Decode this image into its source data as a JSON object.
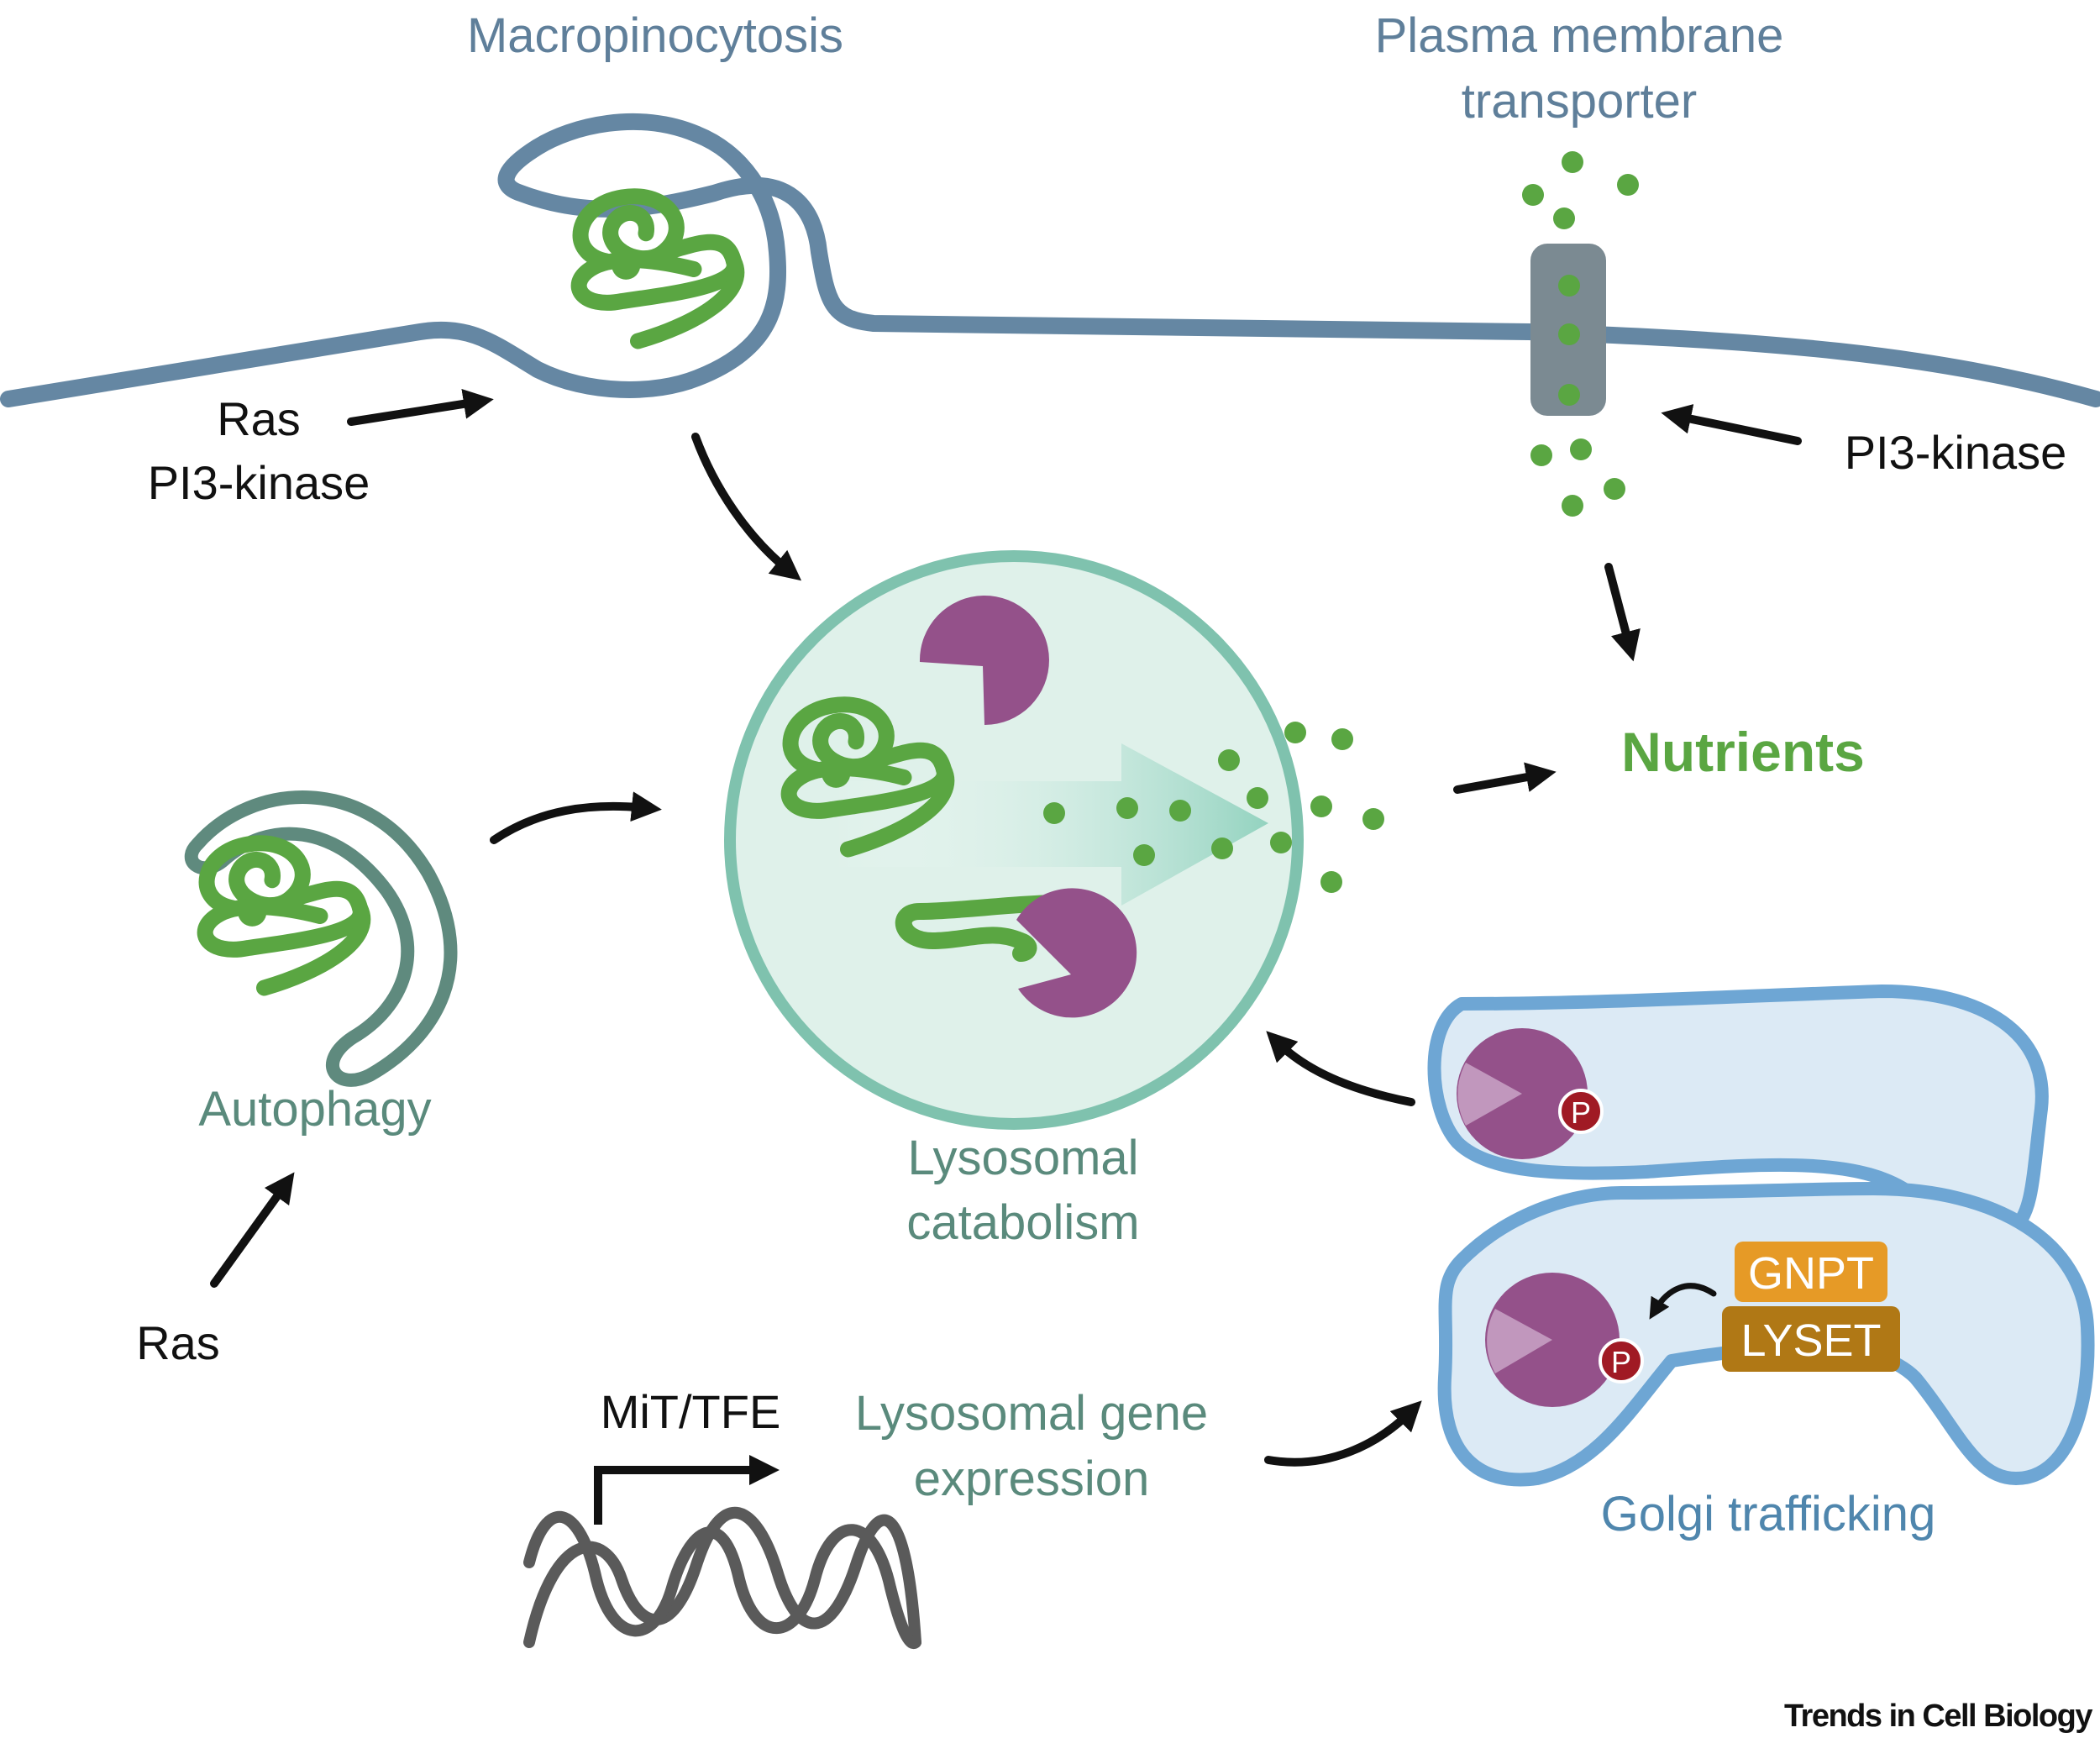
{
  "labels": {
    "macropinocytosis": "Macropinocytosis",
    "plasma_membrane_transporter_line1": "Plasma membrane",
    "plasma_membrane_transporter_line2": "transporter",
    "ras_top": "Ras",
    "pi3k_left": "PI3-kinase",
    "pi3k_right": "PI3-kinase",
    "nutrients": "Nutrients",
    "autophagy": "Autophagy",
    "ras_bottom": "Ras",
    "lysosomal_catabolism_line1": "Lysosomal",
    "lysosomal_catabolism_line2": "catabolism",
    "mit_tfe": "MiT/TFE",
    "lysosomal_gene_expression_line1": "Lysosomal gene",
    "lysosomal_gene_expression_line2": "expression",
    "gnpt": "GNPT",
    "lyset": "LYSET",
    "phospho_top": "P",
    "phospho_bottom": "P",
    "golgi_trafficking": "Golgi trafficking",
    "journal_credit": "Trends in Cell Biology"
  },
  "colors": {
    "membrane": "#6587a3",
    "lysosome_border": "#7fc2ae",
    "lysosome_fill": "#dff1ea",
    "protein_green": "#5aa642",
    "enzyme_purple": "#94518a",
    "enzyme_light": "#c197bd",
    "phospho_red": "#a01a24",
    "golgi_border": "#6ea6d4",
    "golgi_fill": "#dceaf5",
    "gnpt_orange": "#e69a26",
    "lyset_brown": "#b07815",
    "autophagosome": "#5f8a7e",
    "dna_gray": "#5a5a5a",
    "transporter_gray": "#7b8a92"
  },
  "icons": {
    "protein": "folded-protein-icon",
    "enzyme": "lysosomal-enzyme-icon",
    "dna": "dna-helix-icon",
    "transporter": "membrane-transporter-icon"
  }
}
